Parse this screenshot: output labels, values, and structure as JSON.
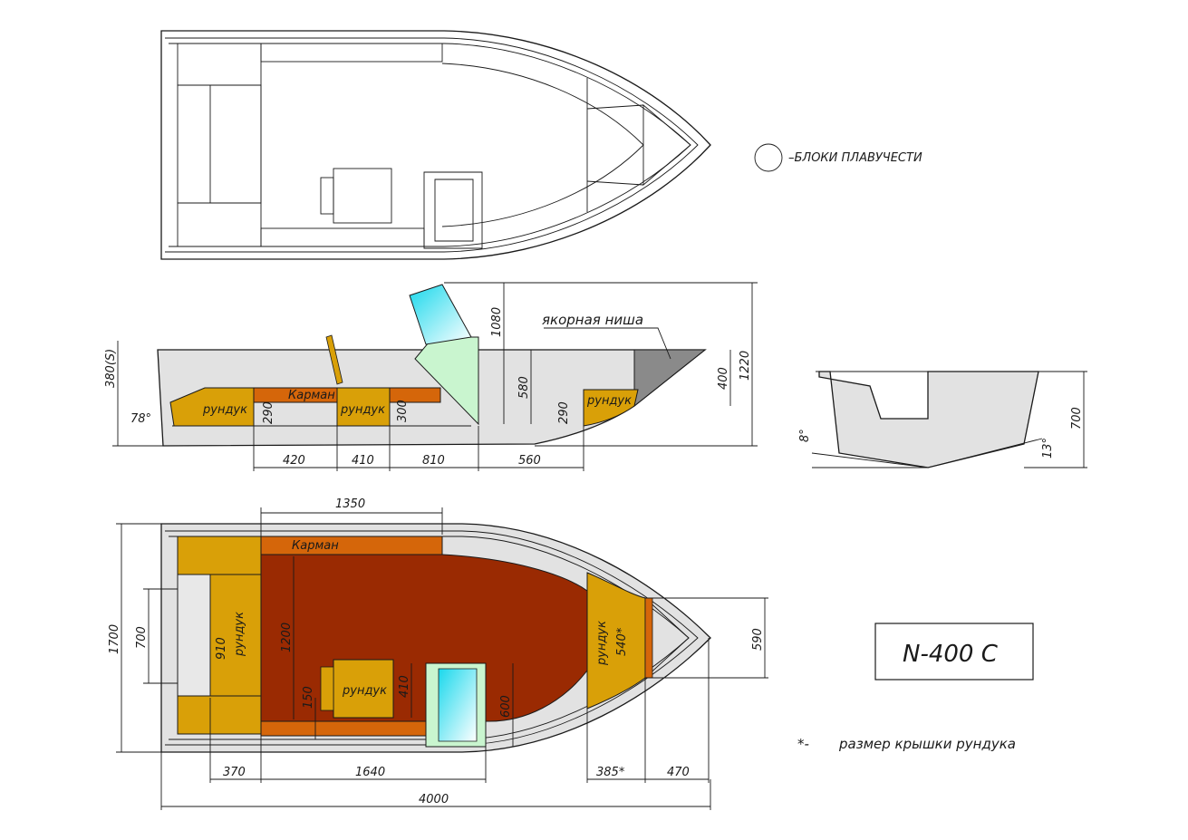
{
  "colors": {
    "storage": "#d9a008",
    "pocket": "#d5660a",
    "floor": "#9a2a02",
    "hull_gray": "#e2e2e2",
    "outline": "#1a1a1a",
    "glass_cyan": "#22e0ee",
    "glass_green": "#c9f5cf"
  },
  "legend": {
    "flotation_label": "–БЛОКИ ПЛАВУЧЕСТИ",
    "lid_note_mark": "*-",
    "lid_note": "размер крышки рундука"
  },
  "model": {
    "name": "N-400 C"
  },
  "side_view": {
    "anchor_niche": "якорная ниша",
    "storage_a": "рундук",
    "storage_b": "рундук",
    "storage_c": "рундук",
    "pocket": "Карман",
    "dims": {
      "height_s": "380(S)",
      "angle": "78°",
      "d290a": "290",
      "d300": "300",
      "d290b": "290",
      "d1080": "1080",
      "d580": "580",
      "d400": "400",
      "d1220": "1220",
      "d420": "420",
      "d410": "410",
      "d810": "810",
      "d560": "560"
    }
  },
  "section_view": {
    "dims": {
      "angle8": "8°",
      "angle13": "13°",
      "d700": "700"
    }
  },
  "plan_view": {
    "pocket": "Карман",
    "storage_rear": "рундук",
    "storage_seat": "рундук",
    "storage_front": "рундук",
    "dims": {
      "d1350": "1350",
      "d1700": "1700",
      "d700": "700",
      "d910": "910",
      "d1200": "1200",
      "d150": "150",
      "d410": "410",
      "d600": "600",
      "d540": "540*",
      "d590": "590",
      "d370": "370",
      "d1640": "1640",
      "d385": "385*",
      "d470": "470",
      "d4000": "4000"
    }
  }
}
